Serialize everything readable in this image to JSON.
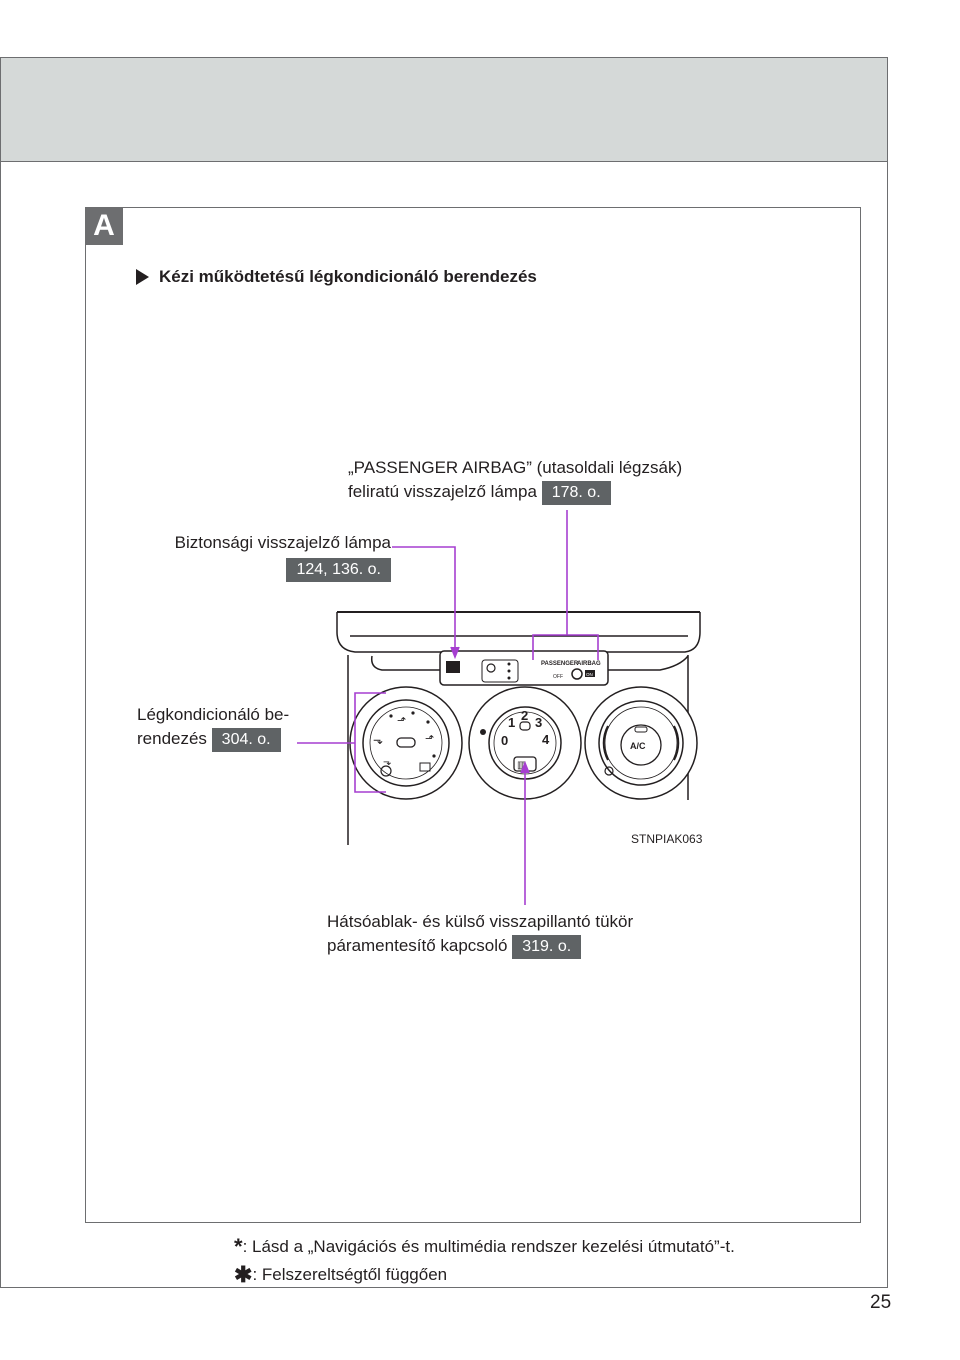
{
  "section": {
    "badge": "A",
    "title": "Kézi működtetésű légkondicionáló berendezés"
  },
  "callouts": {
    "passenger_airbag": {
      "line1": "„PASSENGER AIRBAG” (utasoldali légzsák)",
      "line2": "feliratú visszajelző lámpa",
      "ref": "178. o."
    },
    "security": {
      "line1": "Biztonsági visszajelző lámpa",
      "ref": "124, 136. o."
    },
    "aircon": {
      "line1": "Légkondicionáló be-",
      "line2": "rendezés",
      "ref": "304. o."
    },
    "defogger": {
      "line1": "Hátsóablak- és külső visszapillantó tükör",
      "line2": "páramentesítő kapcsoló",
      "ref": "319. o."
    }
  },
  "illustration": {
    "panel_labels": {
      "passenger": "PASSENGER",
      "airbag": "AIRBAG",
      "off": "OFF",
      "on": "ON"
    },
    "fan_speeds": [
      "0",
      "1",
      "2",
      "3",
      "4"
    ],
    "ac_label": "A/C",
    "code": "STNPIAK063"
  },
  "colors": {
    "callout_line": "#a63fd0",
    "header_band": "#d5d9d8",
    "ref_badge": "#5f6365"
  },
  "footnotes": [
    {
      "marker": "*",
      "text": ": Lásd a „Navigációs és multimédia rendszer kezelési útmutató”-t."
    },
    {
      "marker": "✱",
      "text": ": Felszereltségtől függően"
    }
  ],
  "page_number": "25"
}
